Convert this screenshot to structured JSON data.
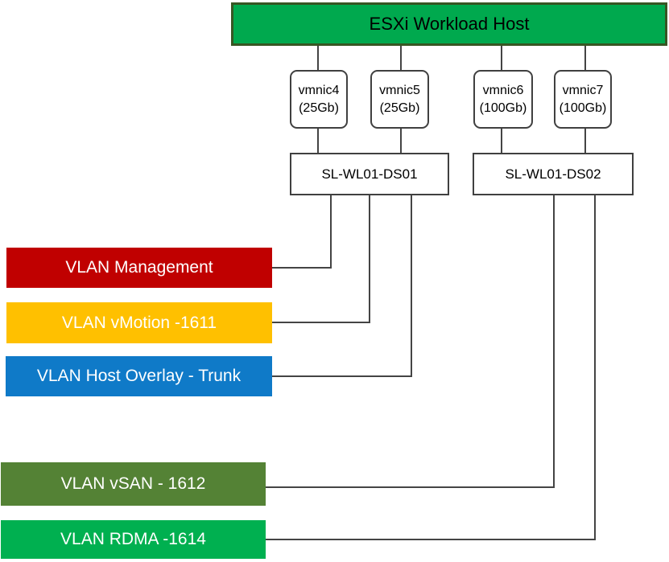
{
  "diagram": {
    "title": "ESXi Workload Host",
    "title_bg": "#00A94E",
    "title_border": "#375623",
    "line_color": "#444444"
  },
  "nics": [
    {
      "name": "vmnic4",
      "speed": "(25Gb)"
    },
    {
      "name": "vmnic5",
      "speed": "(25Gb)"
    },
    {
      "name": "vmnic6",
      "speed": "(100Gb)"
    },
    {
      "name": "vmnic7",
      "speed": "(100Gb)"
    }
  ],
  "switches": [
    {
      "label": "SL-WL01-DS01"
    },
    {
      "label": "SL-WL01-DS02"
    }
  ],
  "vlans": [
    {
      "label": "VLAN Management",
      "color": "#C00000"
    },
    {
      "label": "VLAN vMotion -1611",
      "color": "#FFC000"
    },
    {
      "label": "VLAN Host Overlay - Trunk",
      "color": "#0F7AC8"
    },
    {
      "label": "VLAN vSAN - 1612",
      "color": "#548235"
    },
    {
      "label": "VLAN RDMA -1614",
      "color": "#00B050"
    }
  ]
}
